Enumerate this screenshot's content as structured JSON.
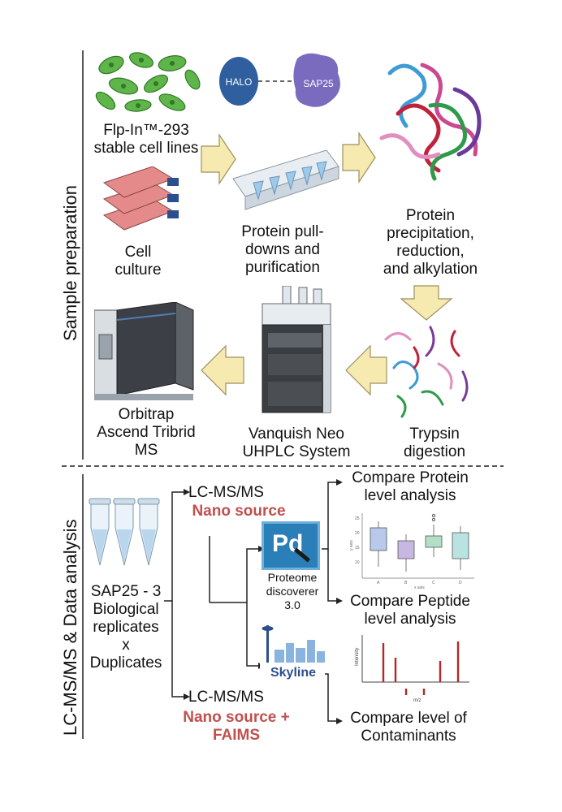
{
  "sections": {
    "sample_prep": "Sample preparation",
    "analysis": "LC-MS/MS & Data analysis"
  },
  "steps": {
    "cell_lines": [
      "Flp-In™-293",
      "stable cell lines"
    ],
    "cell_culture": [
      "Cell",
      "culture"
    ],
    "halo": "HALO",
    "sap25": "SAP25",
    "pulldown": [
      "Protein pull-",
      "downs and",
      "purification"
    ],
    "precip": [
      "Protein",
      "precipitation,",
      "reduction,",
      "and alkylation"
    ],
    "trypsin": [
      "Trypsin",
      "digestion"
    ],
    "vanquish": [
      "Vanquish Neo",
      "UHPLC System"
    ],
    "orbitrap": [
      "Orbitrap",
      "Ascend Tribrid",
      "MS"
    ]
  },
  "analysis": {
    "replicates": [
      "SAP25 - 3",
      "Biological",
      "replicates",
      "x",
      "Duplicates"
    ],
    "lcms1": "LC-MS/MS",
    "source1": "Nano source",
    "lcms2": "LC-MS/MS",
    "source2": [
      "Nano source +",
      "FAIMS"
    ],
    "pd_logo": "Pd",
    "pd_name": [
      "Proteome",
      "discoverer",
      "3.0"
    ],
    "skyline": "Skyline",
    "compare_protein": [
      "Compare Protein",
      "level analysis"
    ],
    "compare_peptide": [
      "Compare Peptide",
      "level analysis"
    ],
    "compare_contam": [
      "Compare level of",
      "Contaminants"
    ],
    "box_ylabel": "y axis",
    "box_xlabel": "x axis",
    "box_xticks": [
      "A",
      "B",
      "C",
      "D"
    ],
    "box_yticks": [
      "10",
      "15",
      "20",
      "25"
    ],
    "spec_ylabel": "Intensity",
    "spec_xlabel": "m/z"
  },
  "colors": {
    "arrow_fill": "#f6eab0",
    "arrow_stroke": "#9b9160",
    "accent_red": "#c0504d",
    "halo_blue": "#2f5f9e",
    "sap25_purple": "#7a6bbf"
  }
}
